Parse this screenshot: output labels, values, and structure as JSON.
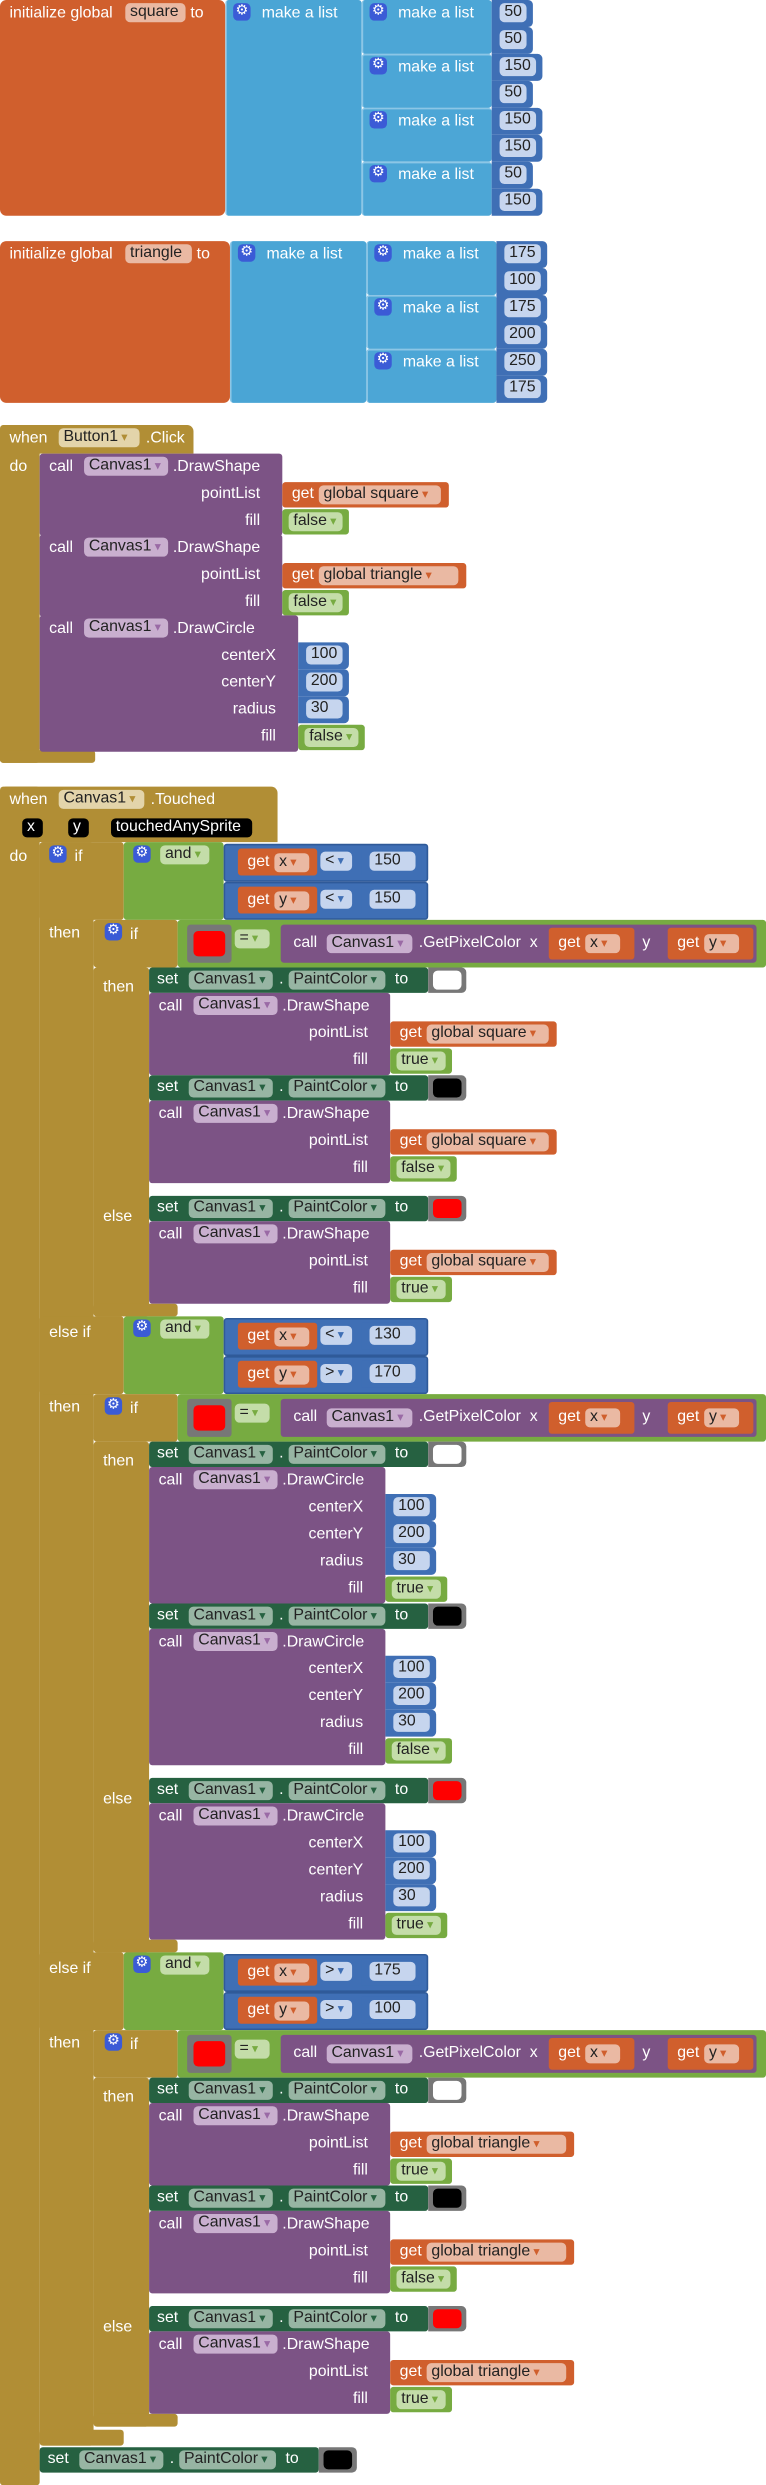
{
  "globals": [
    {
      "keyword": "initialize global",
      "name": "square",
      "to": "to",
      "make_list": "make a list",
      "points": [
        [
          "50",
          "50"
        ],
        [
          "150",
          "50"
        ],
        [
          "150",
          "150"
        ],
        [
          "50",
          "150"
        ]
      ]
    },
    {
      "keyword": "initialize global",
      "name": "triangle",
      "to": "to",
      "make_list": "make a list",
      "points": [
        [
          "175",
          "100"
        ],
        [
          "175",
          "200"
        ],
        [
          "250",
          "175"
        ]
      ]
    }
  ],
  "button_click": {
    "when": "when",
    "component": "Button1",
    "event": ".Click",
    "do": "do",
    "calls": [
      {
        "call": "call",
        "component": "Canvas1",
        "method": ".DrawShape",
        "args": [
          {
            "label": "pointList",
            "get": "get",
            "value": "global square"
          },
          {
            "label": "fill",
            "value": "false"
          }
        ]
      },
      {
        "call": "call",
        "component": "Canvas1",
        "method": ".DrawShape",
        "args": [
          {
            "label": "pointList",
            "get": "get",
            "value": "global triangle"
          },
          {
            "label": "fill",
            "value": "false"
          }
        ]
      },
      {
        "call": "call",
        "component": "Canvas1",
        "method": ".DrawCircle",
        "args": [
          {
            "label": "centerX",
            "value": "100"
          },
          {
            "label": "centerY",
            "value": "200"
          },
          {
            "label": "radius",
            "value": "30"
          },
          {
            "label": "fill",
            "value": "false"
          }
        ]
      }
    ]
  },
  "touched": {
    "when": "when",
    "component": "Canvas1",
    "event": ".Touched",
    "params": [
      "x",
      "y",
      "touchedAnySprite"
    ],
    "do": "do",
    "branches": [
      {
        "label": "if",
        "and": "and",
        "then_label": "then",
        "conditions": [
          {
            "get": "get",
            "var": "x",
            "op": "<",
            "value": "150"
          },
          {
            "get": "get",
            "var": "y",
            "op": "<",
            "value": "150"
          }
        ],
        "test": {
          "if_label": "if",
          "color": "#ff0000",
          "op": "=",
          "call": "call",
          "component": "Canvas1",
          "method": ".GetPixelColor",
          "x_label": "x",
          "y_label": "y",
          "get": "get",
          "x_var": "x",
          "y_var": "y"
        },
        "inner_then_label": "then",
        "else_label": "else",
        "then": [
          {
            "type": "set",
            "set": "set",
            "component": "Canvas1",
            "dot": ".",
            "property": "PaintColor",
            "to": "to",
            "color": "#ffffff"
          },
          {
            "type": "call",
            "call": "call",
            "component": "Canvas1",
            "method": ".DrawShape",
            "args": [
              {
                "label": "pointList",
                "get": "get",
                "value": "global square"
              },
              {
                "label": "fill",
                "value": "true"
              }
            ]
          },
          {
            "type": "set",
            "set": "set",
            "component": "Canvas1",
            "dot": ".",
            "property": "PaintColor",
            "to": "to",
            "color": "#000000"
          },
          {
            "type": "call",
            "call": "call",
            "component": "Canvas1",
            "method": ".DrawShape",
            "args": [
              {
                "label": "pointList",
                "get": "get",
                "value": "global square"
              },
              {
                "label": "fill",
                "value": "false"
              }
            ]
          }
        ],
        "else": [
          {
            "type": "set",
            "set": "set",
            "component": "Canvas1",
            "dot": ".",
            "property": "PaintColor",
            "to": "to",
            "color": "#ff0000"
          },
          {
            "type": "call",
            "call": "call",
            "component": "Canvas1",
            "method": ".DrawShape",
            "args": [
              {
                "label": "pointList",
                "get": "get",
                "value": "global square"
              },
              {
                "label": "fill",
                "value": "true"
              }
            ]
          }
        ]
      },
      {
        "label": "else if",
        "and": "and",
        "then_label": "then",
        "conditions": [
          {
            "get": "get",
            "var": "x",
            "op": "<",
            "value": "130"
          },
          {
            "get": "get",
            "var": "y",
            "op": ">",
            "value": "170"
          }
        ],
        "test": {
          "if_label": "if",
          "color": "#ff0000",
          "op": "=",
          "call": "call",
          "component": "Canvas1",
          "method": ".GetPixelColor",
          "x_label": "x",
          "y_label": "y",
          "get": "get",
          "x_var": "x",
          "y_var": "y"
        },
        "inner_then_label": "then",
        "else_label": "else",
        "then": [
          {
            "type": "set",
            "set": "set",
            "component": "Canvas1",
            "dot": ".",
            "property": "PaintColor",
            "to": "to",
            "color": "#ffffff"
          },
          {
            "type": "call",
            "call": "call",
            "component": "Canvas1",
            "method": ".DrawCircle",
            "args": [
              {
                "label": "centerX",
                "value": "100"
              },
              {
                "label": "centerY",
                "value": "200"
              },
              {
                "label": "radius",
                "value": "30"
              },
              {
                "label": "fill",
                "value": "true"
              }
            ]
          },
          {
            "type": "set",
            "set": "set",
            "component": "Canvas1",
            "dot": ".",
            "property": "PaintColor",
            "to": "to",
            "color": "#000000"
          },
          {
            "type": "call",
            "call": "call",
            "component": "Canvas1",
            "method": ".DrawCircle",
            "args": [
              {
                "label": "centerX",
                "value": "100"
              },
              {
                "label": "centerY",
                "value": "200"
              },
              {
                "label": "radius",
                "value": "30"
              },
              {
                "label": "fill",
                "value": "false"
              }
            ]
          }
        ],
        "else": [
          {
            "type": "set",
            "set": "set",
            "component": "Canvas1",
            "dot": ".",
            "property": "PaintColor",
            "to": "to",
            "color": "#ff0000"
          },
          {
            "type": "call",
            "call": "call",
            "component": "Canvas1",
            "method": ".DrawCircle",
            "args": [
              {
                "label": "centerX",
                "value": "100"
              },
              {
                "label": "centerY",
                "value": "200"
              },
              {
                "label": "radius",
                "value": "30"
              },
              {
                "label": "fill",
                "value": "true"
              }
            ]
          }
        ]
      },
      {
        "label": "else if",
        "and": "and",
        "then_label": "then",
        "conditions": [
          {
            "get": "get",
            "var": "x",
            "op": ">",
            "value": "175"
          },
          {
            "get": "get",
            "var": "y",
            "op": ">",
            "value": "100"
          }
        ],
        "test": {
          "if_label": "if",
          "color": "#ff0000",
          "op": "=",
          "call": "call",
          "component": "Canvas1",
          "method": ".GetPixelColor",
          "x_label": "x",
          "y_label": "y",
          "get": "get",
          "x_var": "x",
          "y_var": "y"
        },
        "inner_then_label": "then",
        "else_label": "else",
        "then": [
          {
            "type": "set",
            "set": "set",
            "component": "Canvas1",
            "dot": ".",
            "property": "PaintColor",
            "to": "to",
            "color": "#ffffff"
          },
          {
            "type": "call",
            "call": "call",
            "component": "Canvas1",
            "method": ".DrawShape",
            "args": [
              {
                "label": "pointList",
                "get": "get",
                "value": "global triangle"
              },
              {
                "label": "fill",
                "value": "true"
              }
            ]
          },
          {
            "type": "set",
            "set": "set",
            "component": "Canvas1",
            "dot": ".",
            "property": "PaintColor",
            "to": "to",
            "color": "#000000"
          },
          {
            "type": "call",
            "call": "call",
            "component": "Canvas1",
            "method": ".DrawShape",
            "args": [
              {
                "label": "pointList",
                "get": "get",
                "value": "global triangle"
              },
              {
                "label": "fill",
                "value": "false"
              }
            ]
          }
        ],
        "else": [
          {
            "type": "set",
            "set": "set",
            "component": "Canvas1",
            "dot": ".",
            "property": "PaintColor",
            "to": "to",
            "color": "#ff0000"
          },
          {
            "type": "call",
            "call": "call",
            "component": "Canvas1",
            "method": ".DrawShape",
            "args": [
              {
                "label": "pointList",
                "get": "get",
                "value": "global triangle"
              },
              {
                "label": "fill",
                "value": "true"
              }
            ]
          }
        ]
      }
    ],
    "final_set": {
      "set": "set",
      "component": "Canvas1",
      "dot": ".",
      "property": "PaintColor",
      "to": "to",
      "color": "#000000"
    }
  }
}
